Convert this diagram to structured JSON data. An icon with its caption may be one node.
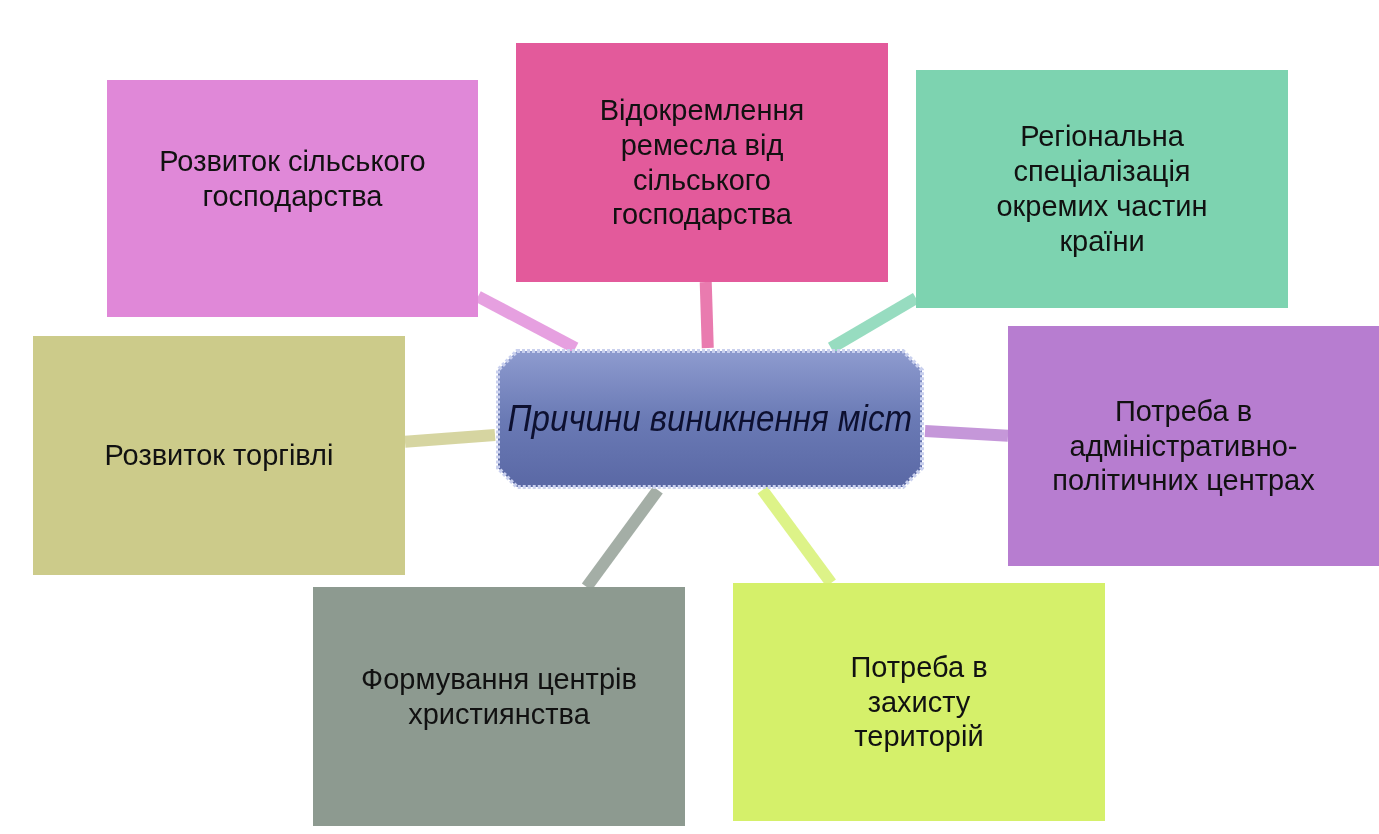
{
  "diagram": {
    "nodes": [
      {
        "text": [
          "Причини виникнення міст"
        ]
      },
      {
        "text": [
          "Розвиток сільського господарства"
        ]
      },
      {
        "text": [
          "Відокремлення ремесла від сільського господарства"
        ]
      },
      {
        "text": [
          "Регіональна спеціалізація окремих частин країни"
        ]
      },
      {
        "text": [
          "Розвиток торгівлі"
        ]
      },
      {
        "text": [
          "Потреба в адміністративно-політичних центрах"
        ]
      },
      {
        "text": [
          "Формування центрів християнства"
        ]
      },
      {
        "text": [
          "Потреба в захисту територій"
        ]
      }
    ],
    "edges": [
      {
        "from": 1,
        "to": 0,
        "arrow": "none",
        "color": "#e088d8"
      },
      {
        "from": 2,
        "to": 0,
        "arrow": "none",
        "color": "#e35a9b"
      },
      {
        "from": 3,
        "to": 0,
        "arrow": "none",
        "color": "#7dd3b0"
      },
      {
        "from": 4,
        "to": 0,
        "arrow": "none",
        "color": "#cccb8a"
      },
      {
        "from": 5,
        "to": 0,
        "arrow": "none",
        "color": "#b77dd0"
      },
      {
        "from": 6,
        "to": 0,
        "arrow": "none",
        "color": "#8d9a90"
      },
      {
        "from": 7,
        "to": 0,
        "arrow": "none",
        "color": "#d5f06a"
      }
    ]
  }
}
